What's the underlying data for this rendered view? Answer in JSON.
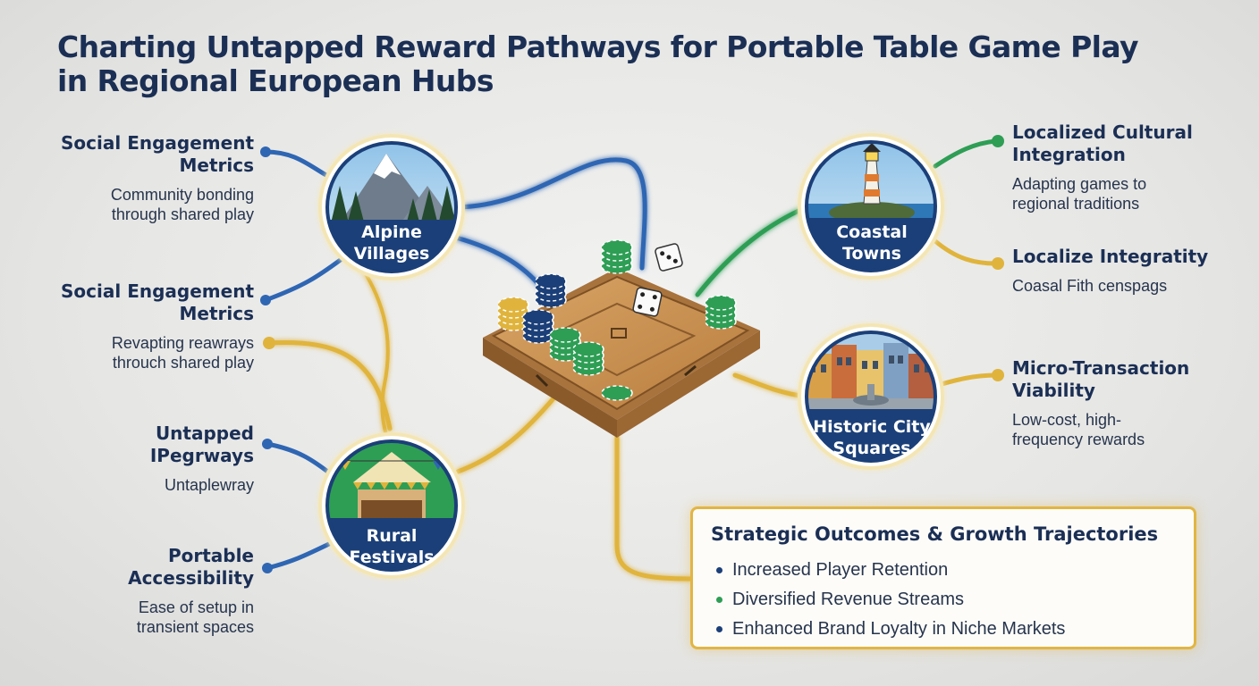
{
  "title": {
    "line1": "Charting Untapped Reward Pathways for Portable Table Game Play",
    "line2": "in Regional European Hubs"
  },
  "colors": {
    "navy": "#1b3f78",
    "blue": "#2f66b3",
    "gold": "#e0b43c",
    "green": "#2e9e55"
  },
  "hubs": [
    {
      "id": "alpine",
      "label1": "Alpine",
      "label2": "Villages",
      "icon": "mountain-forest-icon"
    },
    {
      "id": "coastal",
      "label1": "Coastal",
      "label2": "Towns",
      "icon": "lighthouse-icon"
    },
    {
      "id": "historic",
      "label1": "Historic City",
      "label2": "Squares",
      "icon": "city-square-fountain-icon"
    },
    {
      "id": "rural",
      "label1": "Rural",
      "label2": "Festivals",
      "icon": "festival-tent-icon"
    }
  ],
  "left_items": [
    {
      "title1": "Social Engagement",
      "title2": "Metrics",
      "desc1": "Community bonding",
      "desc2": "through shared play"
    },
    {
      "title1": "Social Engagement",
      "title2": "Metrics",
      "desc1": "Revapting reawrays",
      "desc2": "throuch shared play"
    },
    {
      "title1": "Untapped",
      "title2": "IPegrways",
      "desc1": "Untaplewray",
      "desc2": ""
    },
    {
      "title1": "Portable",
      "title2": "Accessibility",
      "desc1": "Ease of setup in",
      "desc2": "transient spaces"
    }
  ],
  "right_items": [
    {
      "title1": "Localized Cultural",
      "title2": "Integration",
      "desc1": "Adapting games to",
      "desc2": "regional traditions"
    },
    {
      "title1": "Localize Integratity",
      "title2": "",
      "desc1": "Coasal Fith censpags",
      "desc2": ""
    },
    {
      "title1": "Micro-Transaction",
      "title2": "Viability",
      "desc1": "Low-cost, high-",
      "desc2": "frequency rewards"
    }
  ],
  "center": {
    "icon": "portable-game-board-icon",
    "dice_icon": "dice-icon",
    "chips_icon": "poker-chips-icon"
  },
  "outcomes": {
    "title": "Strategic Outcomes & Growth Trajectories",
    "items": [
      {
        "text": "Increased Player Retention",
        "color": "#1b3f78"
      },
      {
        "text": "Diversified Revenue Streams",
        "color": "#2e9e55"
      },
      {
        "text": "Enhanced Brand Loyalty in Niche Markets",
        "color": "#1b3f78"
      }
    ]
  }
}
